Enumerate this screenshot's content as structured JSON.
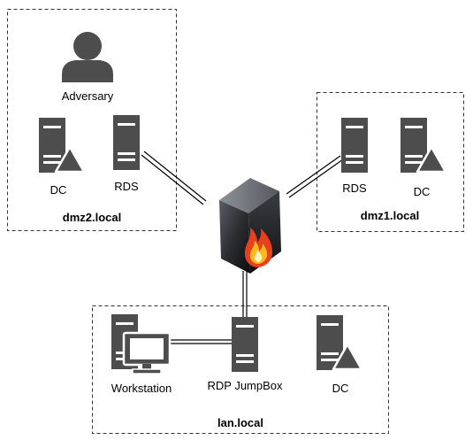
{
  "zones": {
    "dmz2": {
      "name": "dmz2.local"
    },
    "dmz1": {
      "name": "dmz1.local"
    },
    "lan": {
      "name": "lan.local"
    }
  },
  "nodes": {
    "adversary": {
      "label": "Adversary",
      "icon": "user-icon"
    },
    "dmz2_dc": {
      "label": "DC",
      "icon": "server-warning-icon"
    },
    "dmz2_rds": {
      "label": "RDS",
      "icon": "server-icon"
    },
    "dmz1_rds": {
      "label": "RDS",
      "icon": "server-icon"
    },
    "dmz1_dc": {
      "label": "DC",
      "icon": "server-warning-icon"
    },
    "firewall": {
      "icon": "firewall-icon"
    },
    "workstation": {
      "label": "Workstation",
      "icon": "workstation-icon"
    },
    "jumpbox": {
      "label": "RDP JumpBox",
      "icon": "server-icon"
    },
    "lan_dc": {
      "label": "DC",
      "icon": "server-warning-icon"
    }
  },
  "colors": {
    "icon": "#4d4d4d",
    "border": "#333333",
    "flame_outer": "#e8401c",
    "flame_inner": "#ffb81e"
  }
}
